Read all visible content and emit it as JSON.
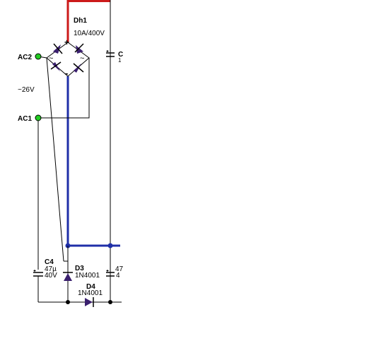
{
  "colors": {
    "wire": "#000000",
    "positive_rail": "#cc1a1a",
    "negative_rail": "#1f2fa8",
    "terminal_fill": "#22cc22",
    "diode_fill": "#3a1f6e",
    "junction": "#1f2fa8"
  },
  "bridge": {
    "name": "Dh1",
    "rating": "10A/400V",
    "plus": "+",
    "minus": "-",
    "tilde": "~"
  },
  "terminals": {
    "ac2": "AC2",
    "ac1": "AC1",
    "voltage": "~26V"
  },
  "c4": {
    "name": "C4",
    "value": "47µ",
    "voltage": "40V"
  },
  "d3": {
    "name": "D3",
    "part": "1N4001"
  },
  "d4": {
    "name": "D4",
    "part": "1N4001"
  },
  "clipped": {
    "cap_top_label": "C",
    "cap_top_value": "1",
    "cap_bottom_value": "47",
    "cap_bottom_voltage": "4"
  }
}
